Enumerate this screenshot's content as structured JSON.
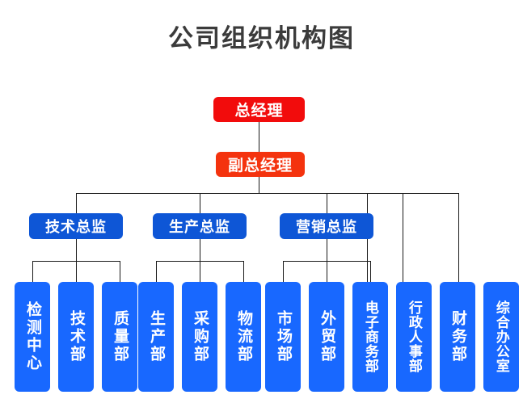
{
  "title": "公司组织机构图",
  "colors": {
    "title_text": "#3b3b3b",
    "executive_red": "#f20c0c",
    "deputy_red": "#f4330e",
    "director_blue": "#0e56d6",
    "department_blue": "#1868ff",
    "connector_line": "#1a1a1a",
    "background": "#ffffff",
    "node_text": "#ffffff"
  },
  "executives": [
    {
      "label": "总经理"
    },
    {
      "label": "副总经理"
    }
  ],
  "directors": [
    {
      "label": "技术总监"
    },
    {
      "label": "生产总监"
    },
    {
      "label": "营销总监"
    }
  ],
  "departments": [
    {
      "label": "检测中心",
      "parent": "技术总监"
    },
    {
      "label": "技术部",
      "parent": "技术总监"
    },
    {
      "label": "质量部",
      "parent": "技术总监"
    },
    {
      "label": "生产部",
      "parent": "生产总监"
    },
    {
      "label": "采购部",
      "parent": "生产总监"
    },
    {
      "label": "物流部",
      "parent": "生产总监"
    },
    {
      "label": "市场部",
      "parent": "营销总监"
    },
    {
      "label": "外贸部",
      "parent": "营销总监"
    },
    {
      "label": "电子商务部",
      "parent": "营销总监"
    },
    {
      "label": "行政人事部",
      "parent": "副总经理"
    },
    {
      "label": "财务部",
      "parent": "副总经理"
    },
    {
      "label": "综合办公室",
      "parent": "副总经理"
    }
  ]
}
